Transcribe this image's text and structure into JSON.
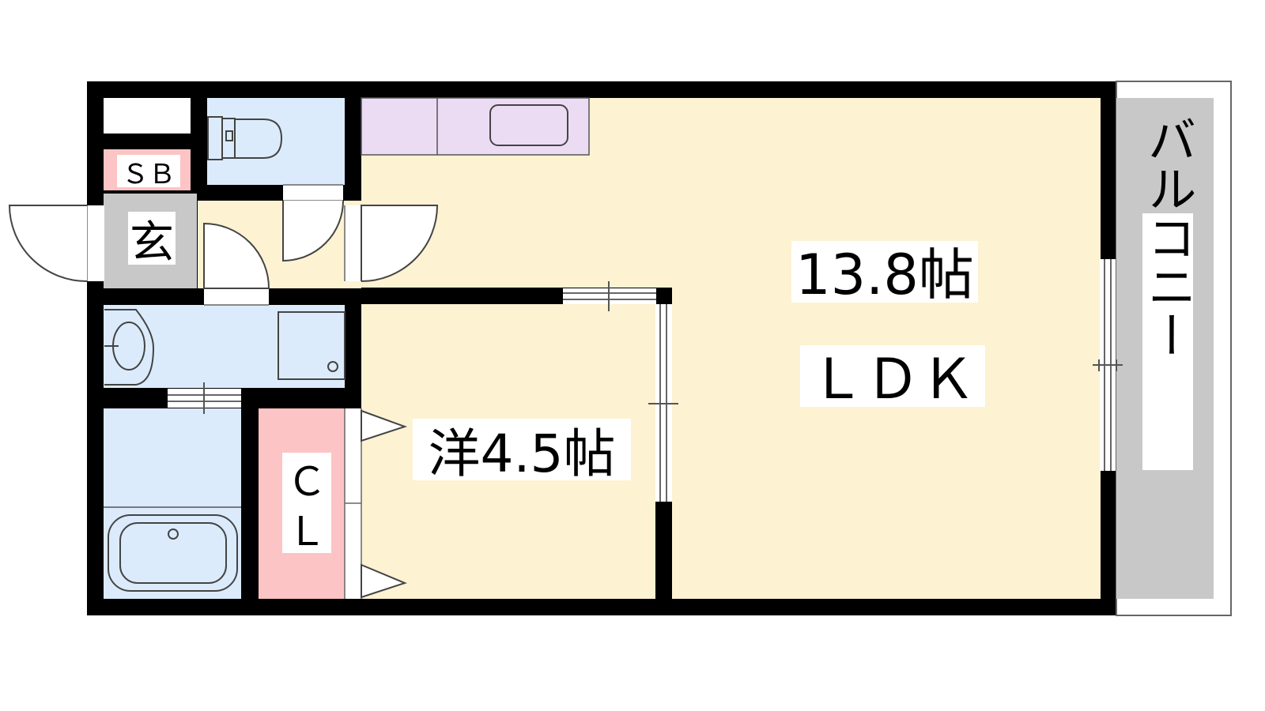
{
  "rooms": {
    "ldk": {
      "size": "13.8帖",
      "name": "ＬＤＫ"
    },
    "western": {
      "label": "洋4.5帖"
    },
    "entrance": {
      "label": "玄"
    },
    "shoe_box": {
      "label": "ＳＢ"
    },
    "closet": {
      "line1": "Ｃ",
      "line2": "Ｌ"
    },
    "balcony": {
      "label": "バルコニー"
    }
  },
  "colors": {
    "wall": "#000000",
    "floor_living": "#fdf2d2",
    "floor_wet": "#dcebfb",
    "kitchen": "#ebdcf4",
    "closet": "#fcc4c4",
    "entrance": "#c8c8c8",
    "balcony": "#c8c8c8"
  }
}
